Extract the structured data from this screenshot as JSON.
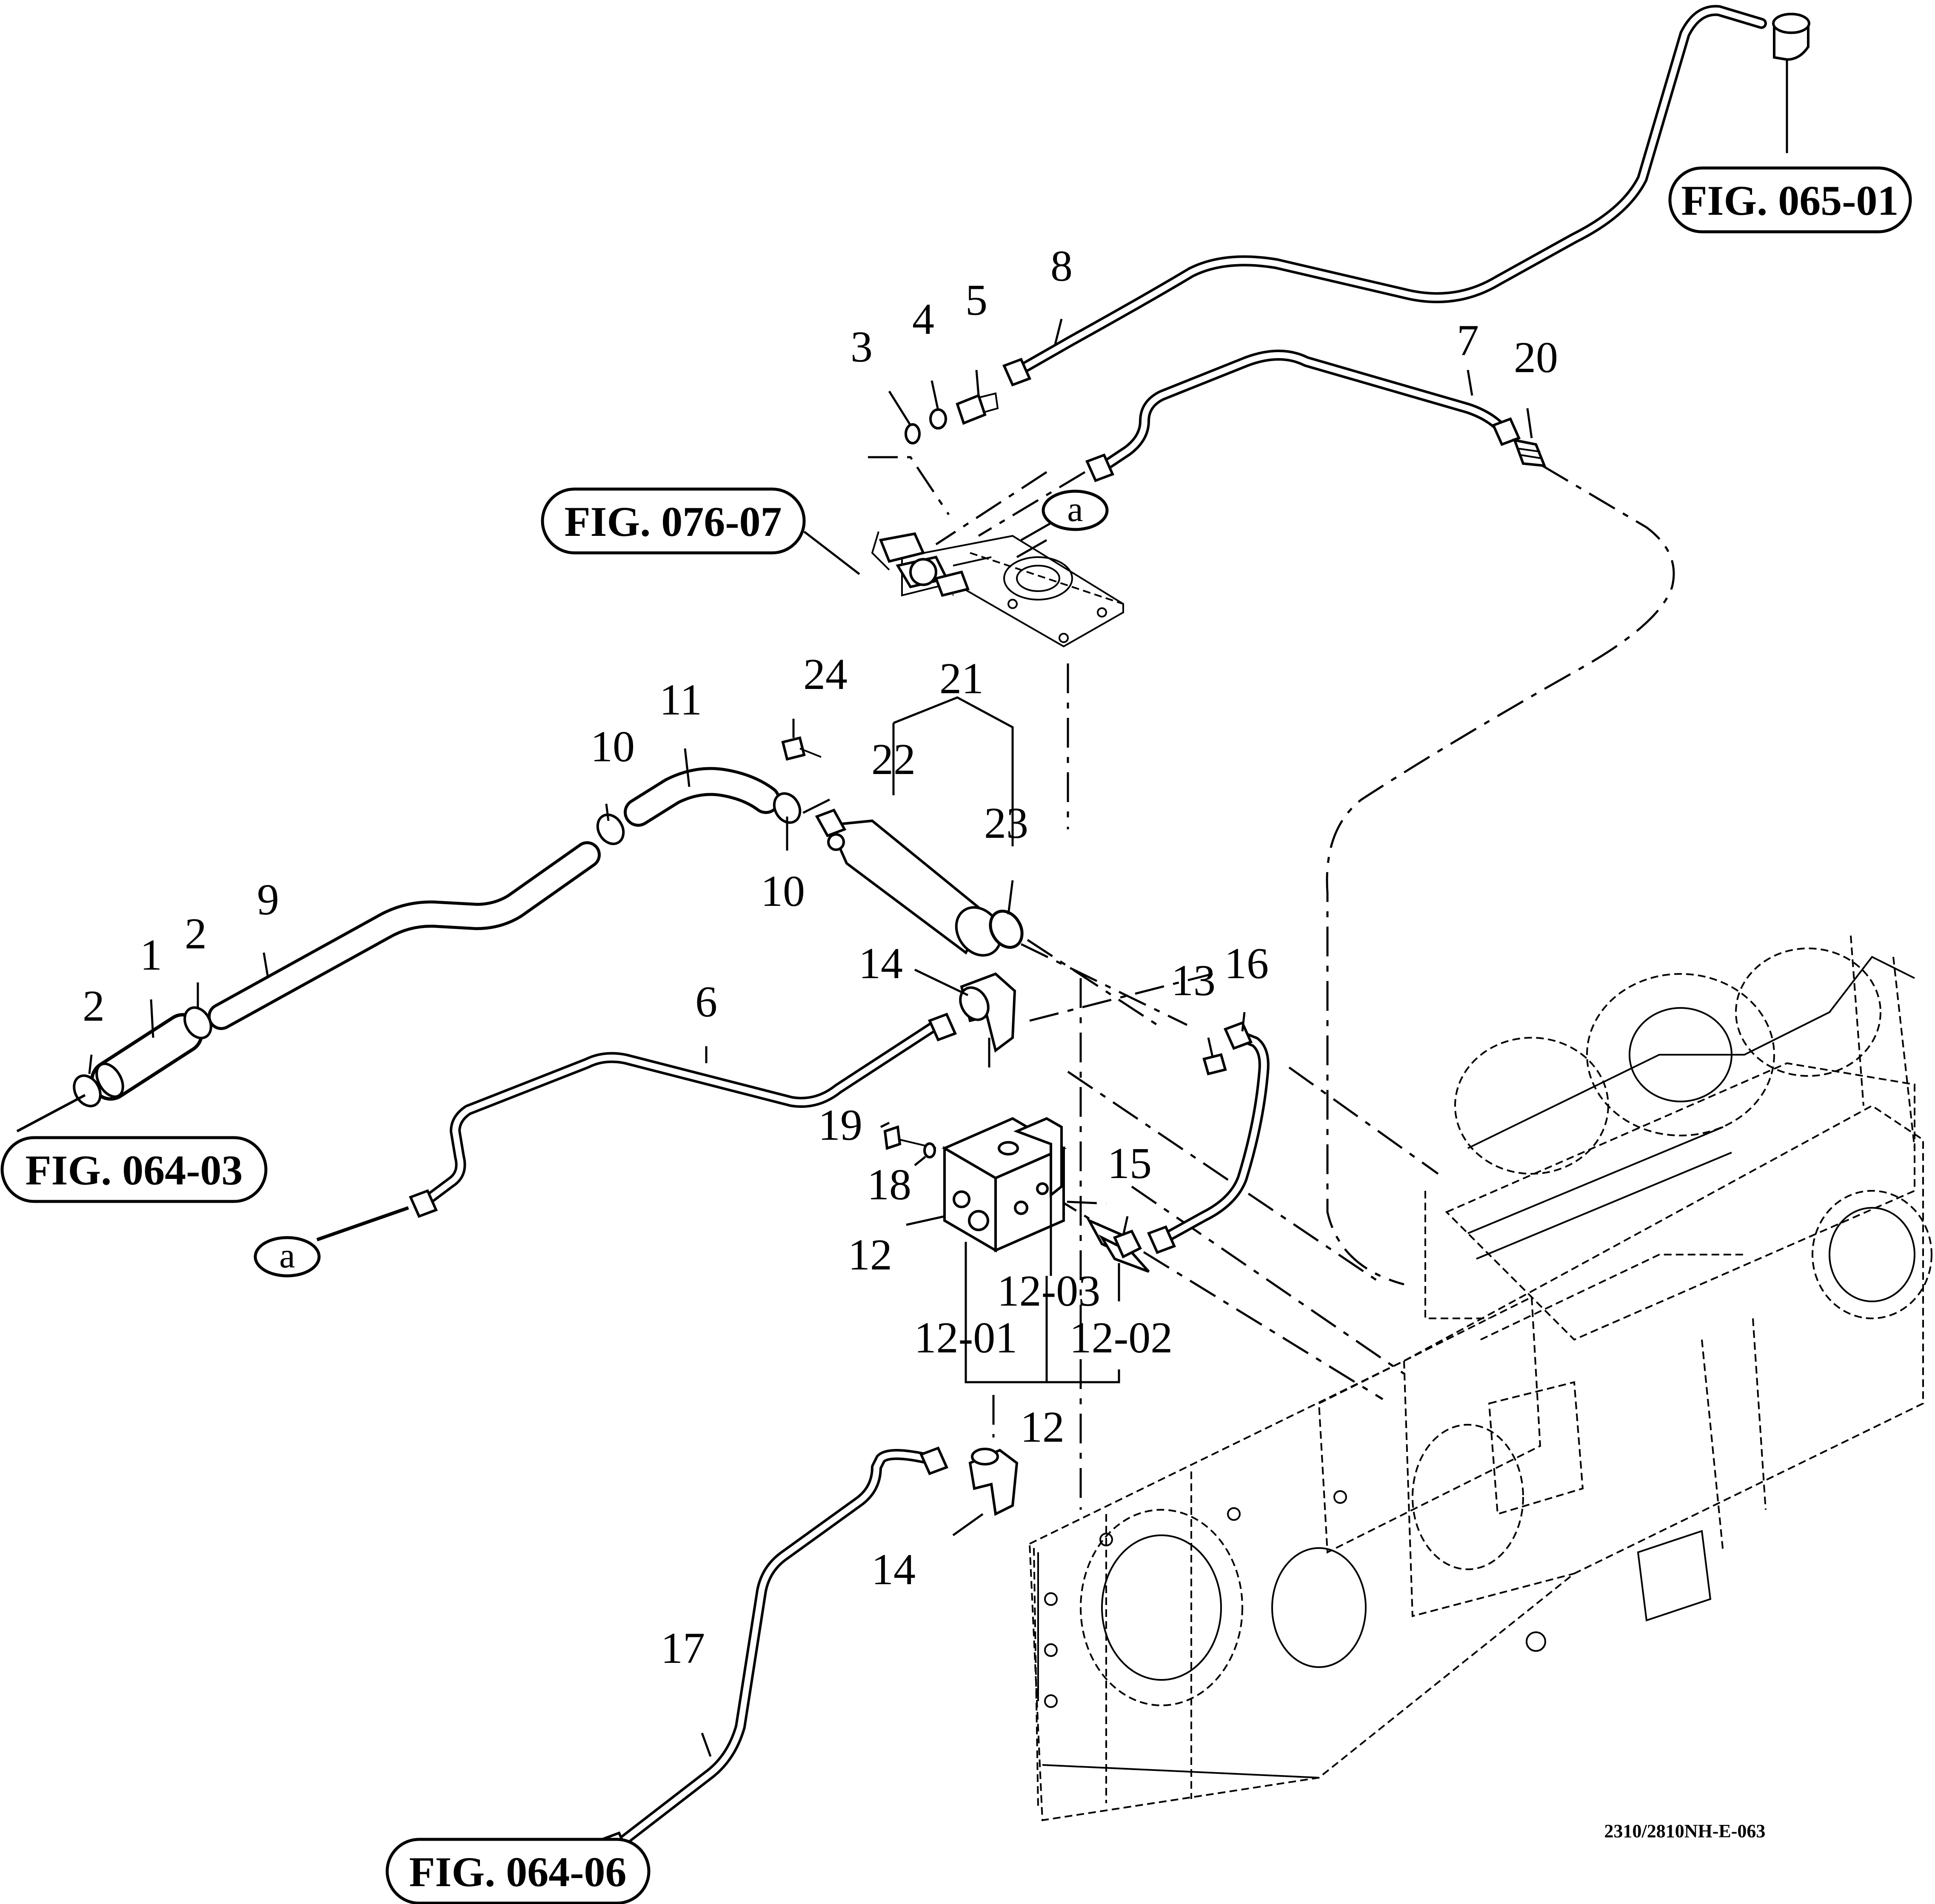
{
  "figure_refs": {
    "fig_065_01": "FIG. 065-01",
    "fig_076_07": "FIG. 076-07",
    "fig_064_03": "FIG. 064-03",
    "fig_064_06": "FIG. 064-06"
  },
  "connector_letter": "a",
  "drawing_code": "2310/2810NH-E-063",
  "labels": {
    "p1": "1",
    "p2a": "2",
    "p2b": "2",
    "p3": "3",
    "p4": "4",
    "p5": "5",
    "p6": "6",
    "p7": "7",
    "p8": "8",
    "p9": "9",
    "p10a": "10",
    "p10b": "10",
    "p11": "11",
    "p12a": "12",
    "p12b": "12",
    "p12_01": "12-01",
    "p12_02": "12-02",
    "p12_03": "12-03",
    "p13": "13",
    "p14a": "14",
    "p14b": "14",
    "p15": "15",
    "p16": "16",
    "p17": "17",
    "p18": "18",
    "p19": "19",
    "p20": "20",
    "p21": "21",
    "p22": "22",
    "p23": "23",
    "p24": "24"
  }
}
